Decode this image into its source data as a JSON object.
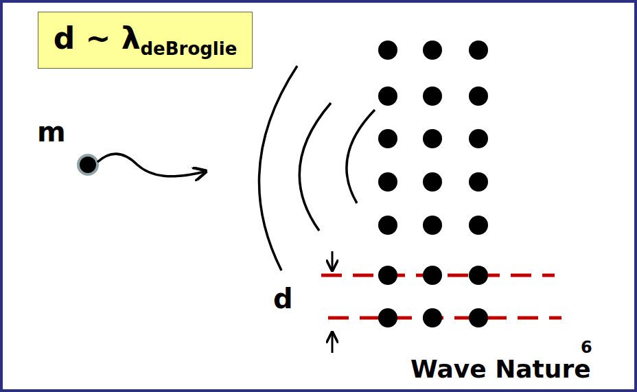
{
  "diagram": {
    "nodes": [
      {
        "text": [
          "d ~ λ",
          "deBroglie"
        ]
      }
    ],
    "labels": [
      "m",
      "d",
      "Wave Nature",
      "6"
    ]
  }
}
